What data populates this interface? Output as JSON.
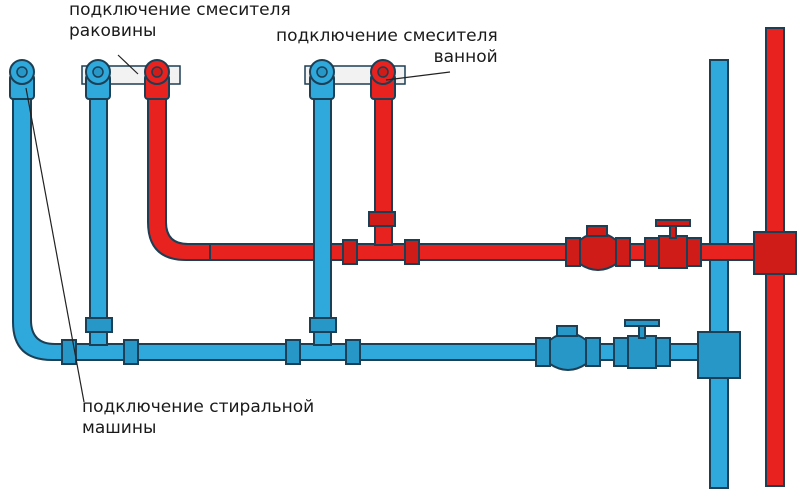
{
  "labels": {
    "sink": {
      "line1": "подключение смесителя",
      "line2": "раковины"
    },
    "bath": {
      "line1": "подключение смесителя",
      "line2": "ванной"
    },
    "washer": {
      "line1": "подключение стиральной",
      "line2": "машины"
    }
  },
  "colors": {
    "cold_fill": "#2fa8dc",
    "hot_fill": "#e8231f",
    "outline": "#1b3f55",
    "fitting_cold": "#2797c8",
    "fitting_hot": "#cf1c18",
    "bracket": "#f2f2f2",
    "leader": "#222222"
  },
  "icons": [
    "pipe",
    "elbow",
    "tee",
    "coupling",
    "check-valve",
    "ball-valve",
    "riser"
  ]
}
